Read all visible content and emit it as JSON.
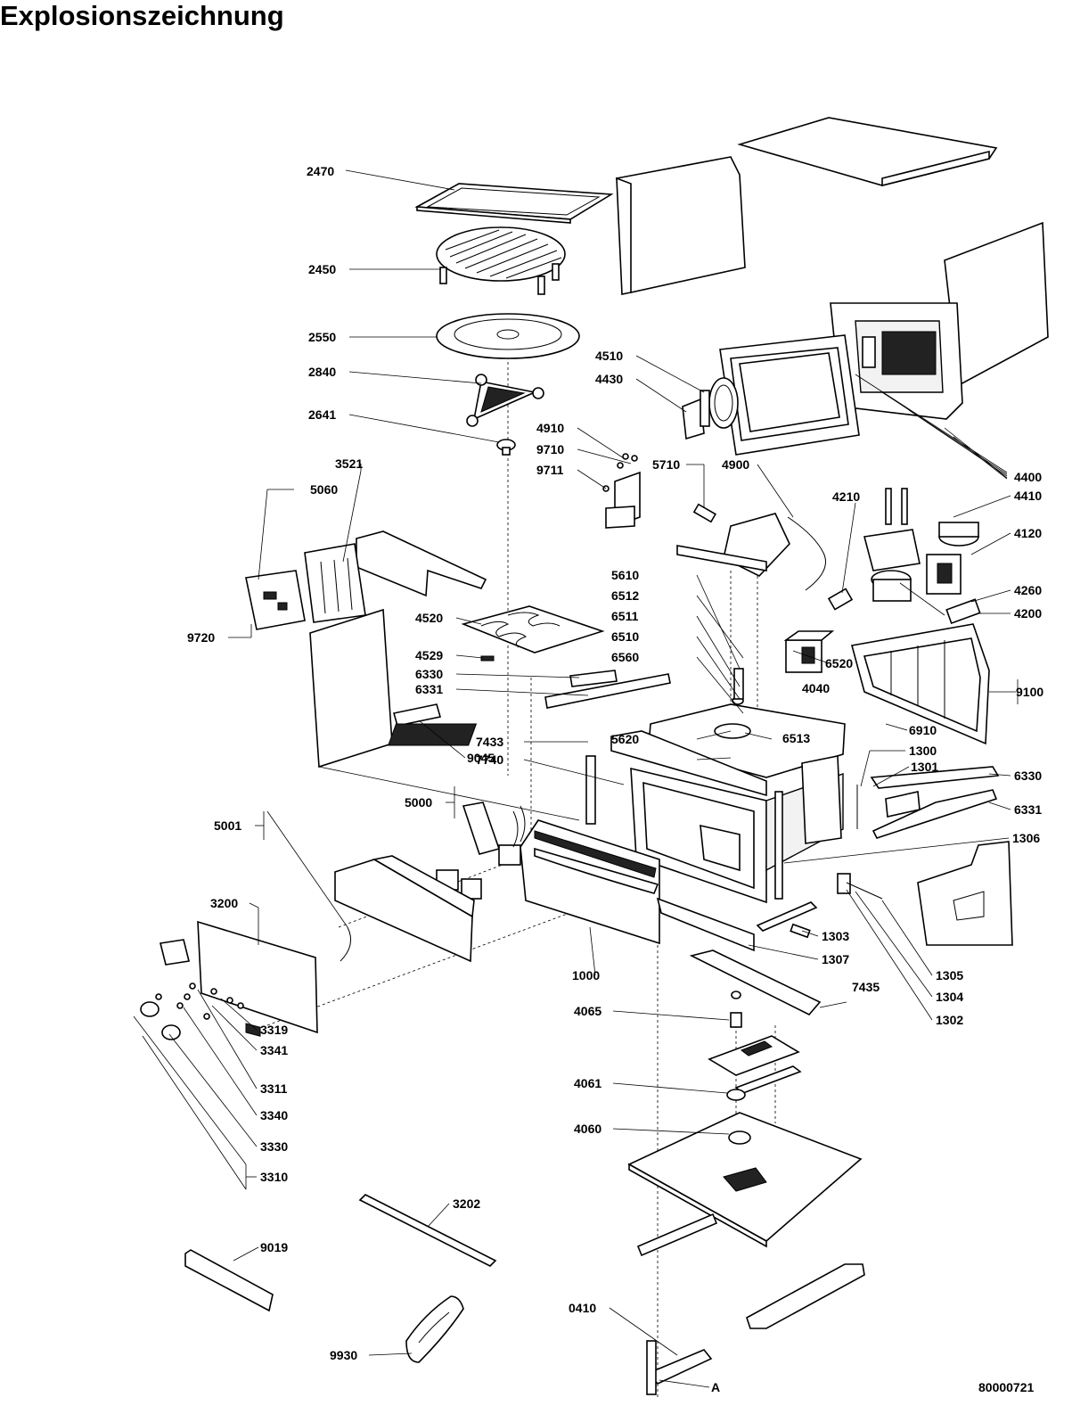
{
  "title": "Explosionszeichnung",
  "drawing_number": "80000721",
  "marker_a": "A",
  "labels": {
    "p2470": "2470",
    "p2450": "2450",
    "p2550": "2550",
    "p2840": "2840",
    "p2641": "2641",
    "p4510": "4510",
    "p4430": "4430",
    "p4910": "4910",
    "p9710": "9710",
    "p9711": "9711",
    "p5710": "5710",
    "p4900": "4900",
    "p4210": "4210",
    "p4400": "4400",
    "p4410": "4410",
    "p4120": "4120",
    "p3521": "3521",
    "p5060": "5060",
    "p9720": "9720",
    "p4520": "4520",
    "p4529": "4529",
    "p6330a": "6330",
    "p6331a": "6331",
    "p7433": "7433",
    "p7740": "7740",
    "p9045": "9045",
    "p5610": "5610",
    "p6512": "6512",
    "p6511": "6511",
    "p6510": "6510",
    "p6560": "6560",
    "p5620": "5620",
    "p4040": "4040",
    "p6520": "6520",
    "p6513": "6513",
    "p4260": "4260",
    "p4200": "4200",
    "p9100": "9100",
    "p6910": "6910",
    "p1300": "1300",
    "p1301": "1301",
    "p6330b": "6330",
    "p6331b": "6331",
    "p1306": "1306",
    "p5000": "5000",
    "p5001": "5001",
    "p3200": "3200",
    "p1000": "1000",
    "p1303": "1303",
    "p1307": "1307",
    "p1305": "1305",
    "p1304": "1304",
    "p1302": "1302",
    "p7435": "7435",
    "p4065": "4065",
    "p4061": "4061",
    "p4060": "4060",
    "p3319": "3319",
    "p3341": "3341",
    "p3311": "3311",
    "p3340": "3340",
    "p3330": "3330",
    "p3310": "3310",
    "p3202": "3202",
    "p9019": "9019",
    "p9930": "9930",
    "p0410": "0410"
  }
}
